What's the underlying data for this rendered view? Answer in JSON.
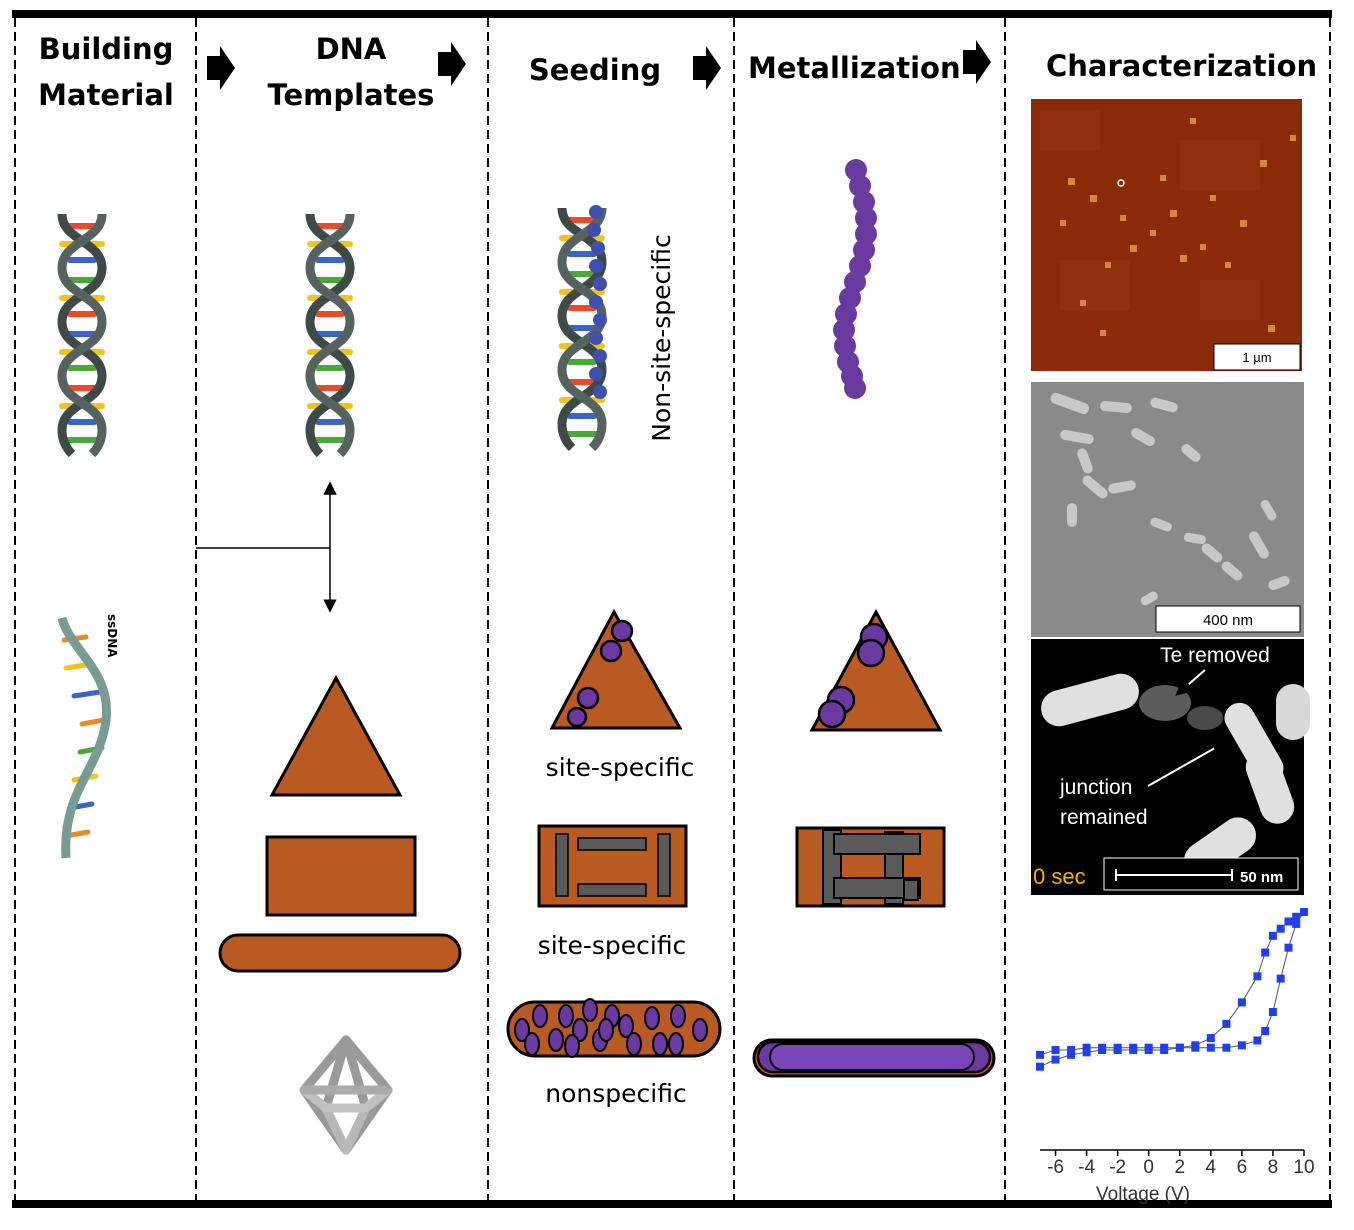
{
  "headers": {
    "building_material": [
      "Building",
      "Material"
    ],
    "dna_templates": [
      "DNA",
      "Templates"
    ],
    "seeding": "Seeding",
    "metallization": "Metallization",
    "characterization": "Characterization"
  },
  "labels": {
    "ssdna": "ssDNA",
    "non_site_specific": "Non-site-specific",
    "site_specific_1": "site-specific",
    "site_specific_2": "site-specific",
    "nonspecific": "nonspecific"
  },
  "afm": {
    "scale_bar": "1 µm"
  },
  "sem": {
    "scale_bar": "400 nm"
  },
  "tem": {
    "te_removed": "Te removed",
    "junction": [
      "junction",
      "remained"
    ],
    "time": "0 sec",
    "scale_bar": "50 nm"
  },
  "iv_plot": {
    "xlabel": "Voltage (V)",
    "xticks": [
      "-6",
      "-4",
      "-2",
      "0",
      "2",
      "4",
      "6",
      "8",
      "10"
    ]
  },
  "colors": {
    "orange": "#b85a22",
    "purple": "#6a3aa0",
    "afm_bg": "#8a2a08",
    "sem_bg": "#8a8a8a",
    "plot_blue": "#1f3ff0"
  },
  "chart_data": {
    "type": "scatter",
    "xlabel": "Voltage (V)",
    "xlim": [
      -7,
      10
    ],
    "x_ticks": [
      -6,
      -4,
      -2,
      0,
      2,
      4,
      6,
      8,
      10
    ],
    "series": [
      {
        "x": [
          -7,
          -6,
          -5,
          -4,
          -3,
          -2,
          -1,
          0,
          1,
          2,
          3,
          4,
          5,
          6,
          7,
          7.5,
          8,
          8.5,
          9,
          9.5,
          10
        ],
        "y": [
          0.4,
          0.42,
          0.42,
          0.43,
          0.43,
          0.43,
          0.43,
          0.43,
          0.43,
          0.43,
          0.44,
          0.47,
          0.53,
          0.62,
          0.73,
          0.83,
          0.9,
          0.93,
          0.96,
          0.98,
          1.0
        ]
      },
      {
        "x": [
          10,
          9.5,
          9,
          8.5,
          8,
          7.5,
          7,
          6,
          5,
          4,
          3,
          2,
          1,
          0,
          -1,
          -2,
          -3,
          -4,
          -5,
          -6,
          -7
        ],
        "y": [
          1.0,
          0.95,
          0.85,
          0.72,
          0.58,
          0.5,
          0.46,
          0.44,
          0.43,
          0.43,
          0.43,
          0.43,
          0.42,
          0.42,
          0.42,
          0.42,
          0.42,
          0.41,
          0.4,
          0.38,
          0.35
        ]
      }
    ]
  }
}
